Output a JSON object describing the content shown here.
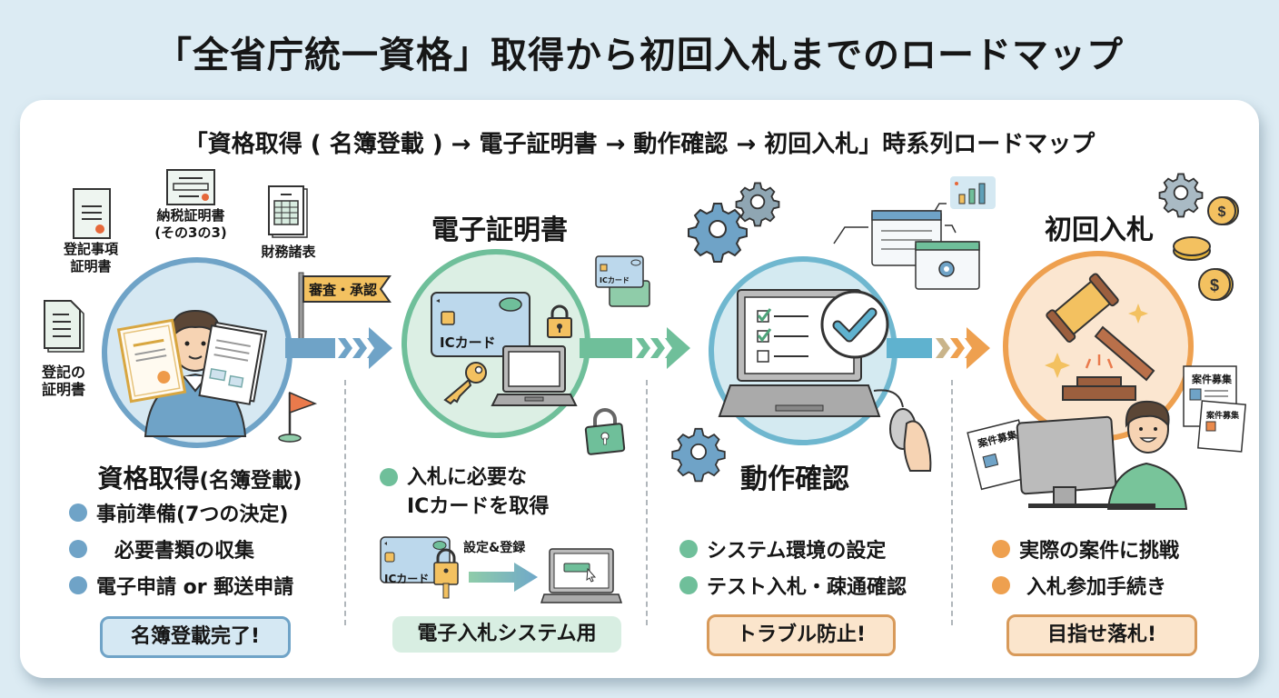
{
  "title": "「全省庁統一資格」取得から初回入札までのロードマップ",
  "subtitle": "「資格取得 ( 名簿登載 ) → 電子証明書 → 動作確認 → 初回入札」時系列ロードマップ",
  "colors": {
    "background": "#dcebf3",
    "stage1": "#6fa3c7",
    "stage2": "#6fbf9a",
    "stage3": "#5fb2cf",
    "stage4": "#eea04f"
  },
  "stage1": {
    "title_main": "資格取得",
    "title_sub": "(名簿登載)",
    "documents": [
      {
        "label": "登記事項\n証明書",
        "icon": "certificate-icon"
      },
      {
        "label": "納税証明書\n(その3の3)",
        "icon": "certificate-icon"
      },
      {
        "label": "財務諸表",
        "icon": "spreadsheet-icon"
      },
      {
        "label": "登記の\n証明書",
        "icon": "document-icon"
      }
    ],
    "flag_label": "審査・承認",
    "bullets": [
      "事前準備(7つの決定)",
      "必要書類の収集",
      "電子申請 or 郵送申請"
    ],
    "badge": "名簿登載完了!"
  },
  "stage2": {
    "title": "電子証明書",
    "card_label": "ICカード",
    "small_card_label": "ICカード",
    "bullets": [
      "入札に必要な\nICカードを取得"
    ],
    "bullet_line1": "入札に必要な",
    "bullet_line2": "ICカードを取得",
    "setup_label": "設定&登録",
    "setup_card_label": "ICカード",
    "badge": "電子入札システム用"
  },
  "stage3": {
    "title": "動作確認",
    "bullets": [
      "システム環境の設定",
      "テスト入札・疎通確認"
    ],
    "badge": "トラブル防止!"
  },
  "stage4": {
    "title": "初回入札",
    "paper_labels": [
      "案件募集",
      "案件募集",
      "案件募集"
    ],
    "bullets": [
      "実際の案件に挑戦",
      "入札参加手続き"
    ],
    "badge": "目指せ落札!"
  }
}
